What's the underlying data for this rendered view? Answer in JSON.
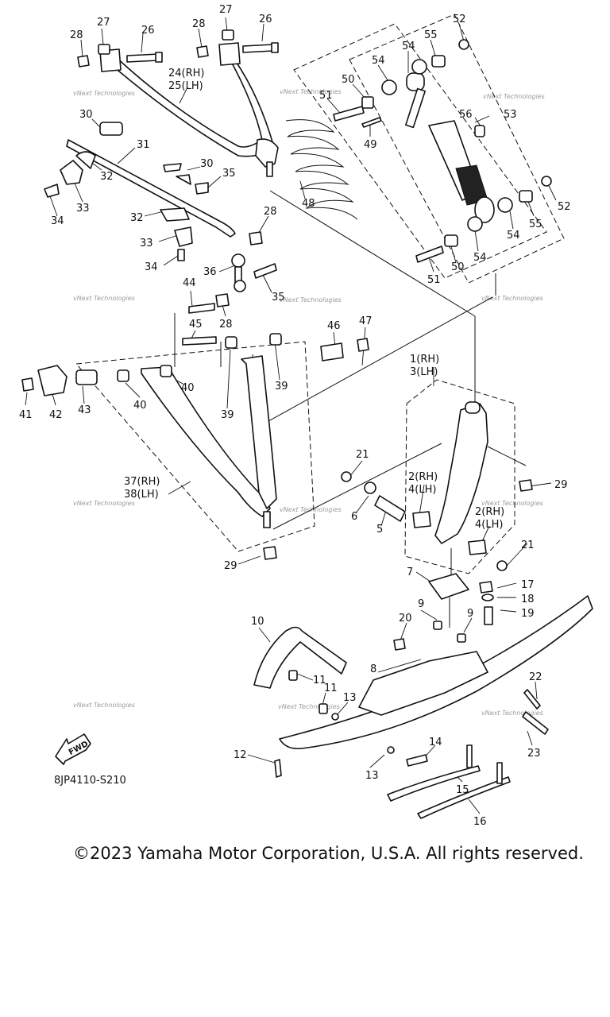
{
  "diagram": {
    "code": "8JP4110-S210",
    "fwd": "FWD",
    "watermark": "vNext Technologies",
    "labels": [
      {
        "id": "p27a",
        "text": "27"
      },
      {
        "id": "p26a",
        "text": "26"
      },
      {
        "id": "p28a",
        "text": "28"
      },
      {
        "id": "p27b",
        "text": "27"
      },
      {
        "id": "p26b",
        "text": "26"
      },
      {
        "id": "p28b",
        "text": "28"
      },
      {
        "id": "p52a",
        "text": "52"
      },
      {
        "id": "p55a",
        "text": "55"
      },
      {
        "id": "p54a",
        "text": "54"
      },
      {
        "id": "p54b",
        "text": "54"
      },
      {
        "id": "p50a",
        "text": "50"
      },
      {
        "id": "p51a",
        "text": "51"
      },
      {
        "id": "p24",
        "text": "24(RH)"
      },
      {
        "id": "p25",
        "text": "25(LH)"
      },
      {
        "id": "p56",
        "text": "56"
      },
      {
        "id": "p53",
        "text": "53"
      },
      {
        "id": "p30a",
        "text": "30"
      },
      {
        "id": "p31",
        "text": "31"
      },
      {
        "id": "p49",
        "text": "49"
      },
      {
        "id": "p30b",
        "text": "30"
      },
      {
        "id": "p35a",
        "text": "35"
      },
      {
        "id": "p48",
        "text": "48"
      },
      {
        "id": "p32a",
        "text": "32"
      },
      {
        "id": "p33a",
        "text": "33"
      },
      {
        "id": "p34a",
        "text": "34"
      },
      {
        "id": "p28c",
        "text": "28"
      },
      {
        "id": "p32b",
        "text": "32"
      },
      {
        "id": "p33b",
        "text": "33"
      },
      {
        "id": "p34b",
        "text": "34"
      },
      {
        "id": "p52b",
        "text": "52"
      },
      {
        "id": "p55b",
        "text": "55"
      },
      {
        "id": "p54c",
        "text": "54"
      },
      {
        "id": "p54d",
        "text": "54"
      },
      {
        "id": "p50b",
        "text": "50"
      },
      {
        "id": "p51b",
        "text": "51"
      },
      {
        "id": "p36",
        "text": "36"
      },
      {
        "id": "p44",
        "text": "44"
      },
      {
        "id": "p35b",
        "text": "35"
      },
      {
        "id": "p28d",
        "text": "28"
      },
      {
        "id": "p45",
        "text": "45"
      },
      {
        "id": "p46",
        "text": "46"
      },
      {
        "id": "p47",
        "text": "47"
      },
      {
        "id": "p41",
        "text": "41"
      },
      {
        "id": "p42",
        "text": "42"
      },
      {
        "id": "p43",
        "text": "43"
      },
      {
        "id": "p40a",
        "text": "40"
      },
      {
        "id": "p40b",
        "text": "40"
      },
      {
        "id": "p39a",
        "text": "39"
      },
      {
        "id": "p39b",
        "text": "39"
      },
      {
        "id": "p1",
        "text": "1(RH)"
      },
      {
        "id": "p3",
        "text": "3(LH)"
      },
      {
        "id": "p21a",
        "text": "21"
      },
      {
        "id": "p29a",
        "text": "29"
      },
      {
        "id": "p37",
        "text": "37(RH)"
      },
      {
        "id": "p38",
        "text": "38(LH)"
      },
      {
        "id": "p2a",
        "text": "2(RH)"
      },
      {
        "id": "p4a",
        "text": "4(LH)"
      },
      {
        "id": "p6",
        "text": "6"
      },
      {
        "id": "p5",
        "text": "5"
      },
      {
        "id": "p2b",
        "text": "2(RH)"
      },
      {
        "id": "p4b",
        "text": "4(LH)"
      },
      {
        "id": "p21b",
        "text": "21"
      },
      {
        "id": "p29b",
        "text": "29"
      },
      {
        "id": "p7",
        "text": "7"
      },
      {
        "id": "p17",
        "text": "17"
      },
      {
        "id": "p18",
        "text": "18"
      },
      {
        "id": "p19",
        "text": "19"
      },
      {
        "id": "p20",
        "text": "20"
      },
      {
        "id": "p9a",
        "text": "9"
      },
      {
        "id": "p9b",
        "text": "9"
      },
      {
        "id": "p10",
        "text": "10"
      },
      {
        "id": "p8",
        "text": "8"
      },
      {
        "id": "p11a",
        "text": "11"
      },
      {
        "id": "p11b",
        "text": "11"
      },
      {
        "id": "p13a",
        "text": "13"
      },
      {
        "id": "p22",
        "text": "22"
      },
      {
        "id": "p23",
        "text": "23"
      },
      {
        "id": "p12",
        "text": "12"
      },
      {
        "id": "p14",
        "text": "14"
      },
      {
        "id": "p13b",
        "text": "13"
      },
      {
        "id": "p15",
        "text": "15"
      },
      {
        "id": "p16",
        "text": "16"
      }
    ]
  },
  "footer": {
    "copyright": "©2023 Yamaha Motor Corporation, U.S.A. All rights reserved."
  }
}
